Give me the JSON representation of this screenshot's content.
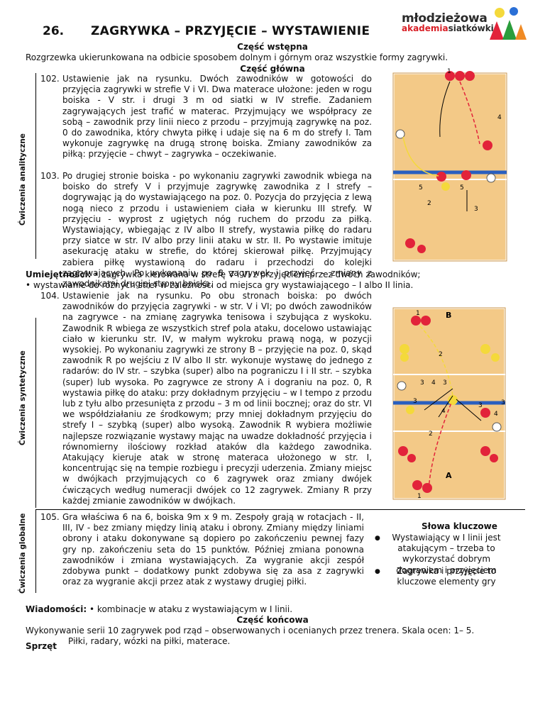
{
  "header": {
    "number": "26.",
    "title": "ZAGRYWKA – PRZYJĘCIE – WYSTAWIENIE",
    "logo_line1": "młodzieżowa",
    "logo_line2_a": "akademia",
    "logo_line2_b": "siatkówki"
  },
  "intro": {
    "heading": "Część wstępna",
    "text": "Rozgrzewka ukierunkowana na odbicie sposobem dolnym i górnym oraz wszystkie formy zagrywki."
  },
  "main": {
    "heading": "Część główna"
  },
  "sections": {
    "analytic": "Ćwiczenia analityczne",
    "synthetic": "Ćwiczenia syntetyczne",
    "global": "Ćwiczenia globalne"
  },
  "ex102": {
    "num": "102.",
    "text": "Ustawienie jak na rysunku. Dwóch zawodników w gotowości do przyjęcia zagrywki w strefie V i VI. Dwa materace ułożone: jeden w rogu boiska - V str. i drugi 3 m od siatki w IV strefie. Zadaniem zagrywających jest trafić w materac. Przyjmujący we współpracy ze sobą – zawodnik przy linii nieco z przodu – przyjmują zagrywkę na poz. 0 do zawodnika, który chwyta piłkę i udaje się na 6 m do strefy I. Tam wykonuje zagrywkę na drugą stronę boiska. Zmiany zawodników za piłką: przyjęcie – chwyt – zagrywka – oczekiwanie."
  },
  "ex103": {
    "num": "103.",
    "text": "Po drugiej stronie boiska - po wykonaniu zagrywki zawodnik wbiega na boisko do strefy V i przyjmuje zagrywkę zawodnika z I strefy – dogrywając ją do wystawiającego na poz. 0. Pozycja do przyjęcia z lewą nogą nieco z przodu i ustawieniem ciała w kierunku III strefy. W przyjęciu - wyprost z ugiętych nóg ruchem do przodu za piłką. Wystawiający, wbiegając z IV albo II strefy, wystawia piłkę do radaru przy siatce w str. IV albo przy linii ataku w str. II. Po wystawie imituje asekurację ataku w strefie, do której skierował piłkę. Przyjmujący zabiera piłkę wystawioną do radaru i przechodzi do kolejki zagrywających. Po wykonaniu po 8 zagrywek i przyjęć – zmiany z zawodnikami drugiej strony boiska."
  },
  "skills": {
    "label": "Umiejętności:",
    "line1": "• zagrywka kierowana w strefę V i VI z przyjęciem przez dwóch zawodników;",
    "line2": "• wystawianie do różnych stref w zależności od miejsca gry wystawiającego – I albo II linia."
  },
  "ex104": {
    "num": "104.",
    "text": "Ustawienie jak na rysunku. Po obu stronach boiska: po dwóch zawodników do przyjęcia zagrywki - w str. V i VI; po dwóch zawodników na zagrywce - na zmianę zagrywka tenisowa i szybująca z wyskoku. Zawodnik R wbiega ze wszystkich stref pola ataku, docelowo ustawiając ciało w kierunku str. IV, w małym wykroku prawą nogą, w pozycji wysokiej. Po wykonaniu zagrywki ze strony B – przyjęcie na poz. 0, skąd zawodnik R po wejściu z IV albo II str. wykonuje wystawę do jednego z radarów: do IV str. – szybka (super) albo na pograniczu I i II str. – szybka (super) lub wysoka. Po zagrywce ze strony A i dograniu na poz. 0, R wystawia piłkę do ataku: przy dokładnym przyjęciu – w I tempo z przodu lub z tyłu albo przesunięta z przodu – 3 m od linii bocznej; oraz do str. VI we współdziałaniu ze środkowym; przy mniej dokładnym przyjęciu do strefy I – szybką (super) albo wysoką. Zawodnik R wybiera możliwie najlepsze rozwiązanie wystawy mając na uwadze dokładność przyjęcia i równomierny ilościowy rozkład ataków dla każdego zawodnika. Atakujący kieruje atak w stronę materaca ułożonego w str. I, koncentrując się na tempie rozbiegu i precyzji uderzenia. Zmiany miejsc w dwójkach przyjmujących co 6 zagrywek oraz zmiany dwójek ćwiczących według numeracji dwójek co 12 zagrywek. Zmiany R przy każdej zmianie zawodników w dwójkach."
  },
  "ex105": {
    "num": "105.",
    "text": "Gra właściwa 6 na 6, boiska 9m x 9 m. Zespoły grają w rotacjach - II, III, IV - bez zmiany między linią ataku i obrony. Zmiany między liniami obrony i ataku dokonywane są dopiero po zakończeniu pewnej fazy gry np. zakończeniu seta do 15 punktów. Później zmiana ponowna zawodników i zmiana wystawiających. Za wygranie akcji zespół zdobywa punkt – dodatkowy punkt zdobywa się za asa z zagrywki oraz za wygranie akcji przez atak z wystawy drugiej piłki."
  },
  "keywords": {
    "title": "Słowa kluczowe",
    "items": [
      "Wystawiający w I linii jest atakującym – trzeba to wykorzystać dobrym dograniem i przyjęciem",
      "Zagrywka i przyjęcie to kluczowe elementy gry"
    ]
  },
  "knowledge": {
    "label": "Wiadomości:",
    "text": "• kombinacje w ataku z wystawiającym w I linii."
  },
  "final": {
    "heading": "Część końcowa",
    "text": "Wykonywanie serii 10 zagrywek pod rząd – obserwowanych i ocenianych przez trenera. Skala ocen: 1– 5."
  },
  "equipment": {
    "label": "Sprzęt",
    "text": "Piłki, radary, wózki na piłki, materace."
  },
  "diagram1": {
    "labels": [
      "1",
      "4",
      "5",
      "5",
      "2",
      "3"
    ]
  },
  "diagram2": {
    "labels": [
      "1",
      "B",
      "2",
      "3",
      "4",
      "3",
      "3",
      "4",
      "3",
      "4",
      "3",
      "2",
      "A",
      "1"
    ]
  },
  "colors": {
    "court": "#f3c987",
    "ball_red": "#e2233a",
    "ball_yellow": "#f4d93b",
    "line": "#2a5fbf"
  }
}
